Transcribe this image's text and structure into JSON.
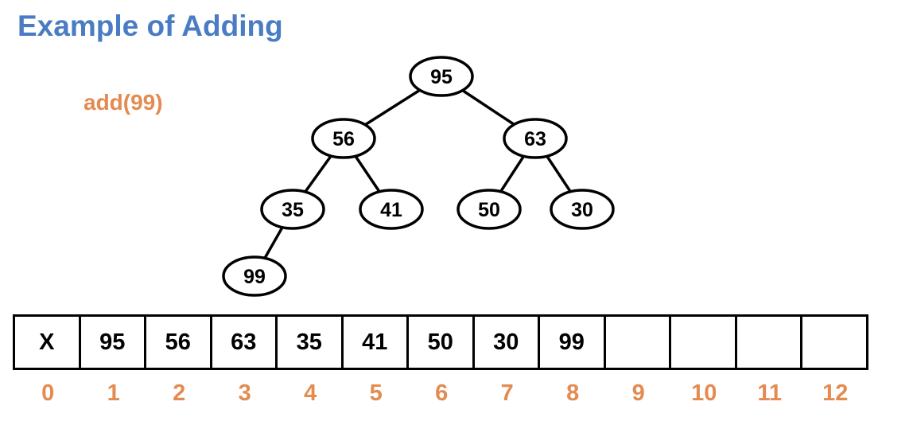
{
  "slide": {
    "title": "Example of Adding",
    "operation": "add(99)"
  },
  "colors": {
    "title": "#4a7cc4",
    "accent": "#e38b51",
    "line": "#000000"
  },
  "tree": {
    "nodes": [
      {
        "id": "n1",
        "value": "95"
      },
      {
        "id": "n2",
        "value": "56"
      },
      {
        "id": "n3",
        "value": "63"
      },
      {
        "id": "n4",
        "value": "35"
      },
      {
        "id": "n5",
        "value": "41"
      },
      {
        "id": "n6",
        "value": "50"
      },
      {
        "id": "n7",
        "value": "30"
      },
      {
        "id": "n8",
        "value": "99"
      }
    ],
    "edges": [
      [
        "n1",
        "n2"
      ],
      [
        "n1",
        "n3"
      ],
      [
        "n2",
        "n4"
      ],
      [
        "n2",
        "n5"
      ],
      [
        "n3",
        "n6"
      ],
      [
        "n3",
        "n7"
      ],
      [
        "n4",
        "n8"
      ]
    ]
  },
  "array": {
    "cells": [
      "X",
      "95",
      "56",
      "63",
      "35",
      "41",
      "50",
      "30",
      "99",
      "",
      "",
      "",
      ""
    ],
    "indices": [
      "0",
      "1",
      "2",
      "3",
      "4",
      "5",
      "6",
      "7",
      "8",
      "9",
      "10",
      "11",
      "12"
    ]
  }
}
